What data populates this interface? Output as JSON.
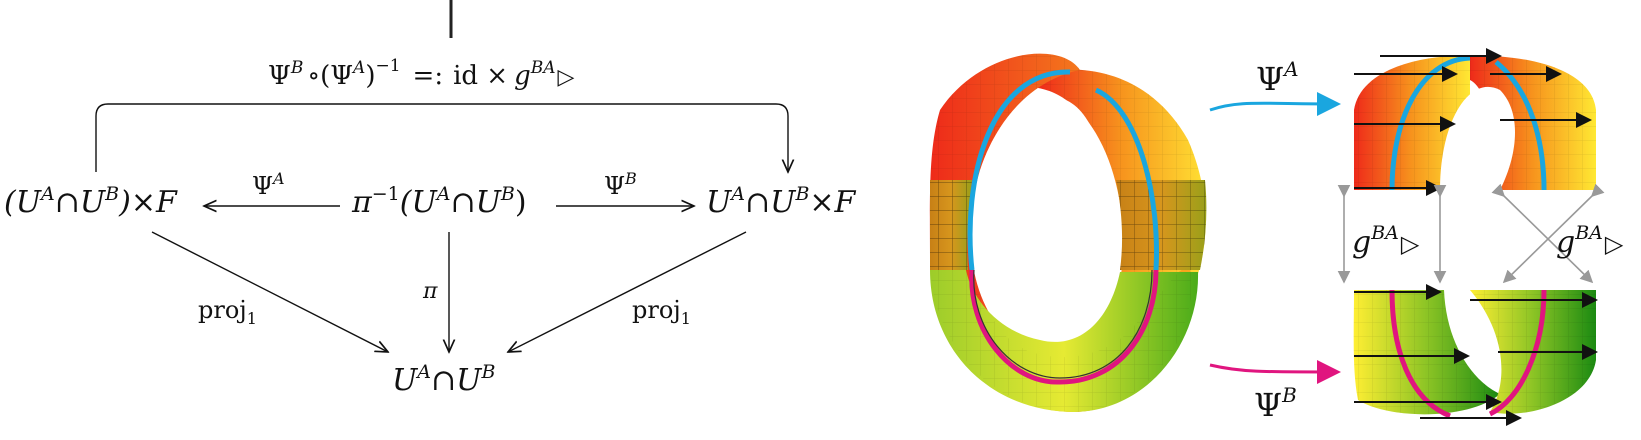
{
  "diagram": {
    "top_label": {
      "psi": "Ψ",
      "sup_b": "B",
      "circ": "∘",
      "lparen": "(",
      "sup_a": "A",
      "rparen": ")",
      "inv": "−1",
      "defeq": "=:",
      "id_times": "id ×",
      "g": "g",
      "sup_ba": "BA",
      "act": "▷"
    },
    "left_node": {
      "pre": "(U",
      "sup1": "A",
      "cap": "∩U",
      "sup2": "B",
      "post": ")×F"
    },
    "center_node": {
      "pre": "π",
      "sup0": "−1",
      "mid": "(U",
      "sup1": "A",
      "cap": "∩U",
      "sup2": "B",
      "post": ")"
    },
    "right_node": {
      "pre": "U",
      "sup1": "A",
      "cap": "∩U",
      "sup2": "B",
      "post": "×F"
    },
    "bottom_node": {
      "pre": "U",
      "sup1": "A",
      "cap": "∩U",
      "sup2": "B"
    },
    "arrow_left_label": {
      "psi": "Ψ",
      "sup": "A"
    },
    "arrow_right_label": {
      "psi": "Ψ",
      "sup": "B"
    },
    "proj_left": {
      "base": "proj",
      "sub": "1"
    },
    "proj_right": {
      "base": "proj",
      "sub": "1"
    },
    "pi_label": "π"
  },
  "illustration": {
    "psi_a": {
      "psi": "Ψ",
      "sup": "A"
    },
    "psi_b": {
      "psi": "Ψ",
      "sup": "B"
    },
    "g_left": {
      "g": "g",
      "sup": "BA",
      "act": "▷"
    },
    "g_right": {
      "g": "g",
      "sup": "BA",
      "act": "▷"
    },
    "colors": {
      "blue": "#1aa6df",
      "magenta": "#e0157f",
      "red": "#ee2a1a",
      "orange": "#f7941d",
      "yellow": "#ffee33",
      "green": "#3aa61a"
    }
  }
}
